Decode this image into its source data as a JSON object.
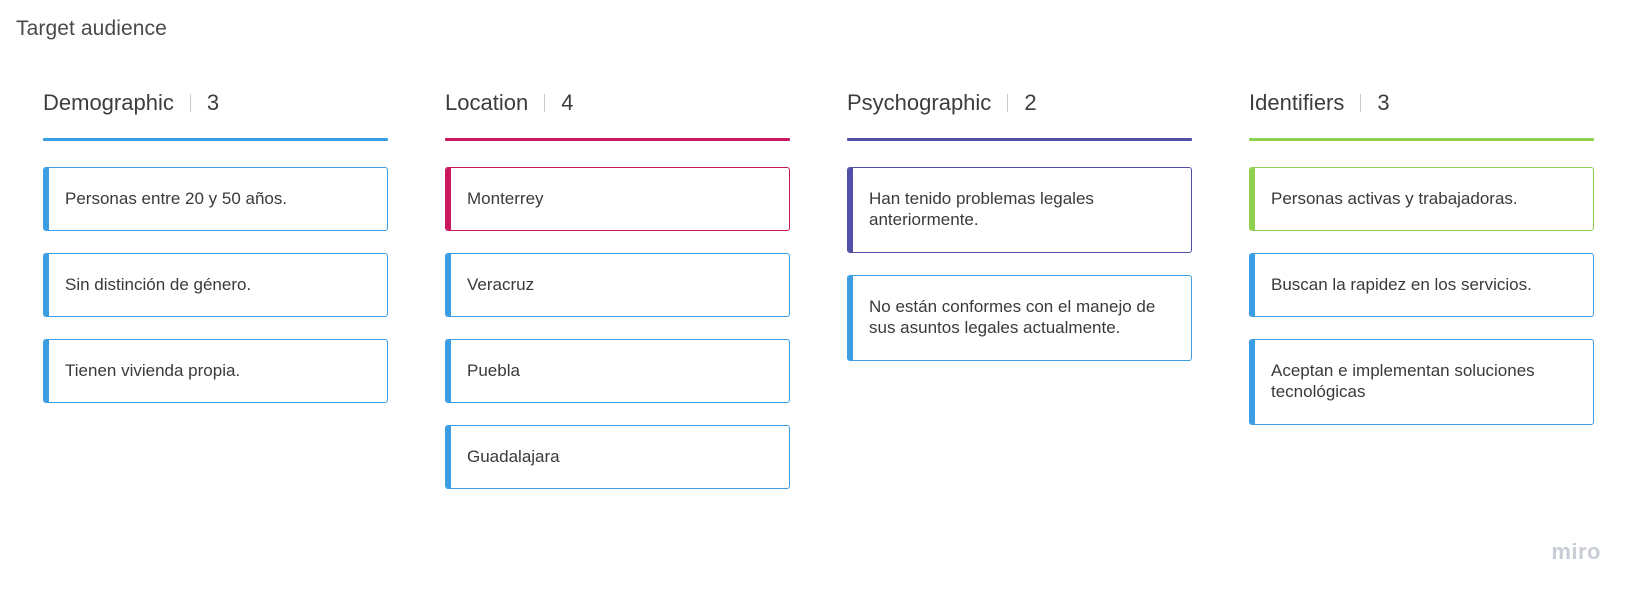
{
  "board": {
    "title": "Target audience",
    "watermark": "miro"
  },
  "columns": [
    {
      "title": "Demographic",
      "count": "3",
      "accent": "#3b9de4",
      "cards": [
        {
          "text": "Personas entre 20 y 50 años.",
          "bar": "#3b9de4",
          "border": "#3b9de4"
        },
        {
          "text": "Sin distinción de género.",
          "bar": "#3b9de4",
          "border": "#3b9de4"
        },
        {
          "text": "Tienen vivienda propia.",
          "bar": "#3b9de4",
          "border": "#3b9de4"
        }
      ]
    },
    {
      "title": "Location",
      "count": "4",
      "accent": "#c8175d",
      "cards": [
        {
          "text": "Monterrey",
          "bar": "#c8175d",
          "border": "#c8175d"
        },
        {
          "text": "Veracruz",
          "bar": "#3b9de4",
          "border": "#3b9de4"
        },
        {
          "text": "Puebla",
          "bar": "#3b9de4",
          "border": "#3b9de4"
        },
        {
          "text": "Guadalajara",
          "bar": "#3b9de4",
          "border": "#3b9de4"
        }
      ]
    },
    {
      "title": "Psychographic",
      "count": "2",
      "accent": "#5050a8",
      "cards": [
        {
          "text": "Han tenido problemas legales anteriormente.",
          "bar": "#5050a8",
          "border": "#5050a8"
        },
        {
          "text": "No están conformes con el manejo de sus asuntos legales actualmente.",
          "bar": "#3b9de4",
          "border": "#3b9de4"
        }
      ]
    },
    {
      "title": "Identifiers",
      "count": "3",
      "accent": "#8fd14f",
      "cards": [
        {
          "text": "Personas activas y trabajadoras.",
          "bar": "#8fd14f",
          "border": "#8fd14f"
        },
        {
          "text": "Buscan la rapidez en los servicios.",
          "bar": "#3b9de4",
          "border": "#3b9de4"
        },
        {
          "text": "Aceptan e implementan soluciones tecnológicas",
          "bar": "#3b9de4",
          "border": "#3b9de4"
        }
      ]
    }
  ]
}
